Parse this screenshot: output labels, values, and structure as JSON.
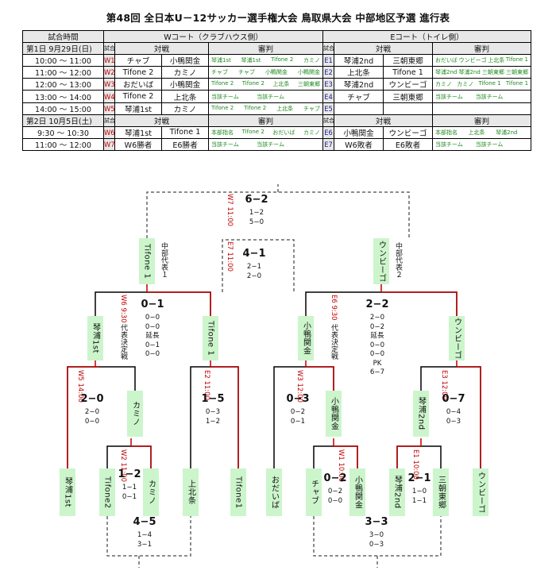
{
  "title": "第48回 全日本U－12サッカー選手権大会 鳥取県大会 中部地区予選 進行表",
  "schedule": {
    "header": {
      "time": "試合時間",
      "w_court": "Wコート（クラブハウス側）",
      "e_court": "Eコート（トイレ側）"
    },
    "day1": {
      "label": "第1日 9月29日(日)",
      "no": "試合#",
      "match": "対戦",
      "ref": "審判"
    },
    "day2": {
      "label": "第2日 10月5日(土)",
      "no": "試合#",
      "match": "対戦",
      "ref": "審判"
    },
    "rows1": [
      {
        "time": "10:00 ～ 11:00",
        "w": "W1",
        "w_a": "チャブ",
        "w_b": "小鴨関金",
        "w_ref": [
          "琴浦1st",
          "琴浦1st",
          "Tifone 2",
          "カミノ"
        ],
        "e": "E1",
        "e_a": "琴浦2nd",
        "e_b": "三朝東郷",
        "e_ref": [
          "おだいば",
          "ウンビーゴ",
          "上北条",
          "Tifone 1"
        ]
      },
      {
        "time": "11:00 ～ 12:00",
        "w": "W2",
        "w_a": "Tifone 2",
        "w_b": "カミノ",
        "w_ref": [
          "チャブ",
          "チャブ",
          "小鴨関金",
          "小鴨関金"
        ],
        "e": "E2",
        "e_a": "上北条",
        "e_b": "Tifone 1",
        "e_ref": [
          "琴浦2nd",
          "琴浦2nd",
          "三朝東郷",
          "三朝東郷"
        ]
      },
      {
        "time": "12:00 ～ 13:00",
        "w": "W3",
        "w_a": "おだいば",
        "w_b": "小鴨関金",
        "w_ref": [
          "Tifone 2",
          "Tifone 2",
          "上北条",
          "三朝東郷"
        ],
        "e": "E3",
        "e_a": "琴浦2nd",
        "e_b": "ウンビーゴ",
        "e_ref": [
          "カミノ",
          "カミノ",
          "Tifone 1",
          "Tifone 1"
        ]
      },
      {
        "time": "13:00 ～ 14:00",
        "w": "W4",
        "w_a": "Tifone 2",
        "w_b": "上北条",
        "w_ref": [
          "当該チーム",
          "当該チーム",
          "",
          ""
        ],
        "e": "E4",
        "e_a": "チャブ",
        "e_b": "三朝東郷",
        "e_ref": [
          "当該チーム",
          "当該チーム",
          "",
          ""
        ]
      },
      {
        "time": "14:00 ～ 15:00",
        "w": "W5",
        "w_a": "琴浦1st",
        "w_b": "カミノ",
        "w_ref": [
          "Tifone 2",
          "Tifone 2",
          "上北条",
          "チャブ"
        ],
        "e": "E5",
        "e_a": "",
        "e_b": "",
        "e_ref": [
          "",
          "",
          "",
          ""
        ]
      }
    ],
    "rows2": [
      {
        "time": "9:30 ～ 10:30",
        "w": "W6",
        "w_a": "琴浦1st",
        "w_b": "Tifone 1",
        "w_ref": [
          "本部指名",
          "Tifone 2",
          "おだいば",
          "カミノ"
        ],
        "e": "E6",
        "e_a": "小鴨関金",
        "e_b": "ウンビーゴ",
        "e_ref": [
          "本部指名",
          "上北条",
          "琴浦2nd",
          ""
        ]
      },
      {
        "time": "11:00 ～ 12:00",
        "w": "W7",
        "w_a": "W6勝者",
        "w_b": "E6勝者",
        "w_ref": [
          "当該チーム",
          "当該チーム",
          "",
          ""
        ],
        "e": "E7",
        "e_a": "W6敗者",
        "e_b": "E6敗者",
        "e_ref": [
          "当該チーム",
          "当該チーム",
          "",
          ""
        ]
      }
    ]
  },
  "bracket": {
    "teams": [
      "琴浦1st",
      "Tifone2",
      "カミノ",
      "上北条",
      "Tifone1",
      "おだいば",
      "チャブ",
      "小鴨関金",
      "琴浦2nd",
      "三朝東郷",
      "ウンビーゴ"
    ],
    "qualified": {
      "left_name": "Tifone 1",
      "left_label": "中部代表１",
      "right_name": "ウンビーゴ",
      "right_label": "中部代表２"
    },
    "mid_teams": {
      "kotoura1st": "琴浦1st",
      "kamino": "カミノ",
      "tifone1": "Tifone 1",
      "kogamo": "小鴨関金",
      "kotoura2nd": "琴浦2nd",
      "unbigo": "ウンビーゴ"
    },
    "matches": {
      "w7": {
        "label": "W7 11:00",
        "score": "6−2",
        "sub": [
          "1−2",
          "5−0"
        ]
      },
      "e7": {
        "label": "E7 11:00",
        "score": "4−1",
        "sub": [
          "2−1",
          "2−0"
        ]
      },
      "w6": {
        "label": "W6 9:30",
        "score": "0−1",
        "sub": [
          "0−0",
          "0−0",
          "延長",
          "0−1",
          "0−0"
        ],
        "note": "代表決定戦"
      },
      "e6": {
        "label": "E6 9:30",
        "score": "2−2",
        "sub": [
          "2−0",
          "0−2",
          "延長",
          "0−0",
          "0−0",
          "PK",
          "6−7"
        ],
        "note": "代表決定戦"
      },
      "w5": {
        "label": "W5 14:00",
        "score": "2−0",
        "sub": [
          "2−0",
          "0−0"
        ]
      },
      "e2": {
        "label": "E2 11:00",
        "score": "1−5",
        "sub": [
          "0−3",
          "1−2"
        ]
      },
      "w3": {
        "label": "W3 12:00",
        "score": "0−3",
        "sub": [
          "0−2",
          "0−1"
        ]
      },
      "e3": {
        "label": "E3 12:00",
        "score": "0−7",
        "sub": [
          "0−4",
          "0−3"
        ]
      },
      "w2": {
        "label": "W2 11:00",
        "score": "1−2",
        "sub": [
          "1−1",
          "0−1"
        ]
      },
      "w4": {
        "score": "4−5",
        "sub": [
          "1−4",
          "3−1"
        ]
      },
      "w1": {
        "label": "W1 10:00",
        "score": "0−2",
        "sub": [
          "0−2",
          "0−0"
        ]
      },
      "e1": {
        "label": "E1 10:00",
        "score": "2−1",
        "sub": [
          "1−0",
          "1−1"
        ]
      },
      "e4": {
        "score": "3−3",
        "sub": [
          "3−0",
          "0−3"
        ]
      }
    }
  }
}
